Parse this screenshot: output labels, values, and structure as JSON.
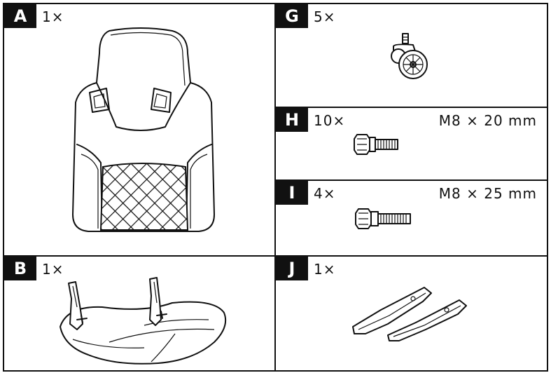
{
  "parts": {
    "a": {
      "letter": "A",
      "qty": "1×"
    },
    "b": {
      "letter": "B",
      "qty": "1×"
    },
    "g": {
      "letter": "G",
      "qty": "5×"
    },
    "h": {
      "letter": "H",
      "qty": "10×",
      "spec": "M8 × 20 mm"
    },
    "i": {
      "letter": "I",
      "qty": "4×",
      "spec": "M8 × 25 mm"
    },
    "j": {
      "letter": "J",
      "qty": "1×"
    }
  }
}
